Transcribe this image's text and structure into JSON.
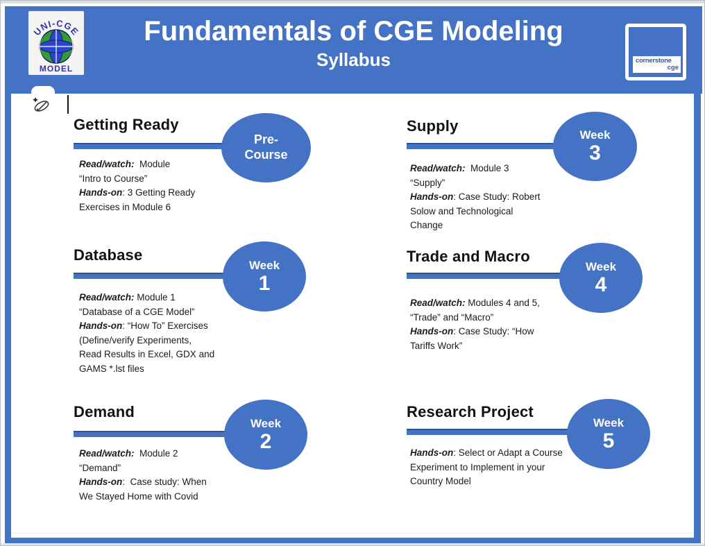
{
  "header": {
    "title": "Fundamentals of CGE Modeling",
    "subtitle": "Syllabus",
    "logo_left": {
      "arc_text": "UNI-CGE",
      "bottom_text": "MODEL"
    },
    "logo_right": {
      "line1": "cornerstone",
      "line2": "cge"
    }
  },
  "colors": {
    "accent_blue": "#4472C4",
    "bar_edge_blue": "#2E548F",
    "logo_green": "#2E9E33",
    "logo_globe_blue": "#2B46C8",
    "logo_text_blue": "#3333B2",
    "cornerstone_text_blue": "#2E5AA8"
  },
  "icons": {
    "edit": "ink-pencil-sparkle-icon"
  },
  "sections": [
    {
      "title": "Getting Ready",
      "badge": {
        "line1": "Pre-",
        "line2": "Course"
      },
      "lines": [
        {
          "label": "Read/watch:",
          "text": "  Module"
        },
        {
          "label": "",
          "text": "“Intro to Course”"
        },
        {
          "label": "Hands-on",
          "text": ": 3 Getting Ready"
        },
        {
          "label": "",
          "text": "Exercises in Module 6"
        }
      ]
    },
    {
      "title": "Supply",
      "badge": {
        "line1": "Week",
        "line2": "3"
      },
      "lines": [
        {
          "label": "Read/watch:",
          "text": "  Module 3"
        },
        {
          "label": "",
          "text": "“Supply”"
        },
        {
          "label": "Hands-on",
          "text": ": Case Study: Robert"
        },
        {
          "label": "",
          "text": "Solow and Technological"
        },
        {
          "label": "",
          "text": "Change"
        }
      ]
    },
    {
      "title": "Database",
      "badge": {
        "line1": "Week",
        "line2": "1"
      },
      "lines": [
        {
          "label": "Read/watch:",
          "text": " Module 1"
        },
        {
          "label": "",
          "text": "“Database of a CGE Model”"
        },
        {
          "label": "Hands-on",
          "text": ": “How To” Exercises"
        },
        {
          "label": "",
          "text": "(Define/verify Experiments,"
        },
        {
          "label": "",
          "text": "Read Results in Excel, GDX and"
        },
        {
          "label": "",
          "text": "GAMS *.lst files"
        }
      ]
    },
    {
      "title": "Trade and Macro",
      "badge": {
        "line1": "Week",
        "line2": "4"
      },
      "lines": [
        {
          "label": "Read/watch:",
          "text": " Modules 4 and 5,"
        },
        {
          "label": "",
          "text": "“Trade” and “Macro”"
        },
        {
          "label": "Hands-on",
          "text": ": Case Study: “How"
        },
        {
          "label": "",
          "text": "Tariffs Work”"
        }
      ]
    },
    {
      "title": "Demand",
      "badge": {
        "line1": "Week",
        "line2": "2"
      },
      "lines": [
        {
          "label": "Read/watch:",
          "text": "  Module 2"
        },
        {
          "label": "",
          "text": "“Demand”"
        },
        {
          "label": "Hands-on",
          "text": ":  Case study: When"
        },
        {
          "label": "",
          "text": "We Stayed Home with Covid"
        }
      ]
    },
    {
      "title": "Research Project",
      "badge": {
        "line1": "Week",
        "line2": "5"
      },
      "lines": [
        {
          "label": "Hands-on",
          "text": ": Select or Adapt a Course"
        },
        {
          "label": "",
          "text": "Experiment to Implement in your"
        },
        {
          "label": "",
          "text": "Country Model"
        }
      ]
    }
  ]
}
